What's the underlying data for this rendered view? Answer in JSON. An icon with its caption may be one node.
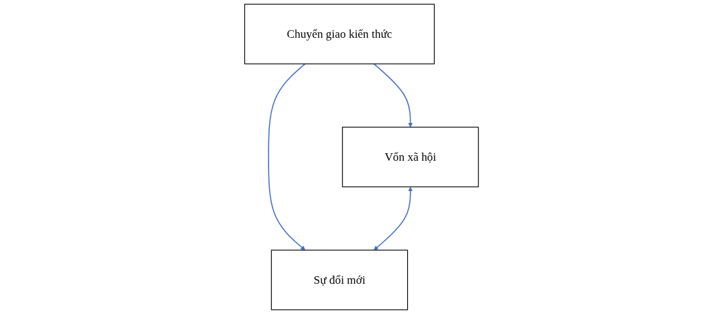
{
  "diagram": {
    "nodes": [
      {
        "text": [
          "Chuyển giao kiến thức"
        ]
      },
      {
        "text": [
          "Vốn xã hội"
        ]
      },
      {
        "text": [
          "Sự đổi mới"
        ]
      }
    ],
    "edges": [
      {
        "from": 0,
        "to": 1,
        "arrow": "to"
      },
      {
        "from": 0,
        "to": 2,
        "arrow": "to"
      },
      {
        "from": 1,
        "to": 2,
        "arrow": "both"
      }
    ]
  }
}
